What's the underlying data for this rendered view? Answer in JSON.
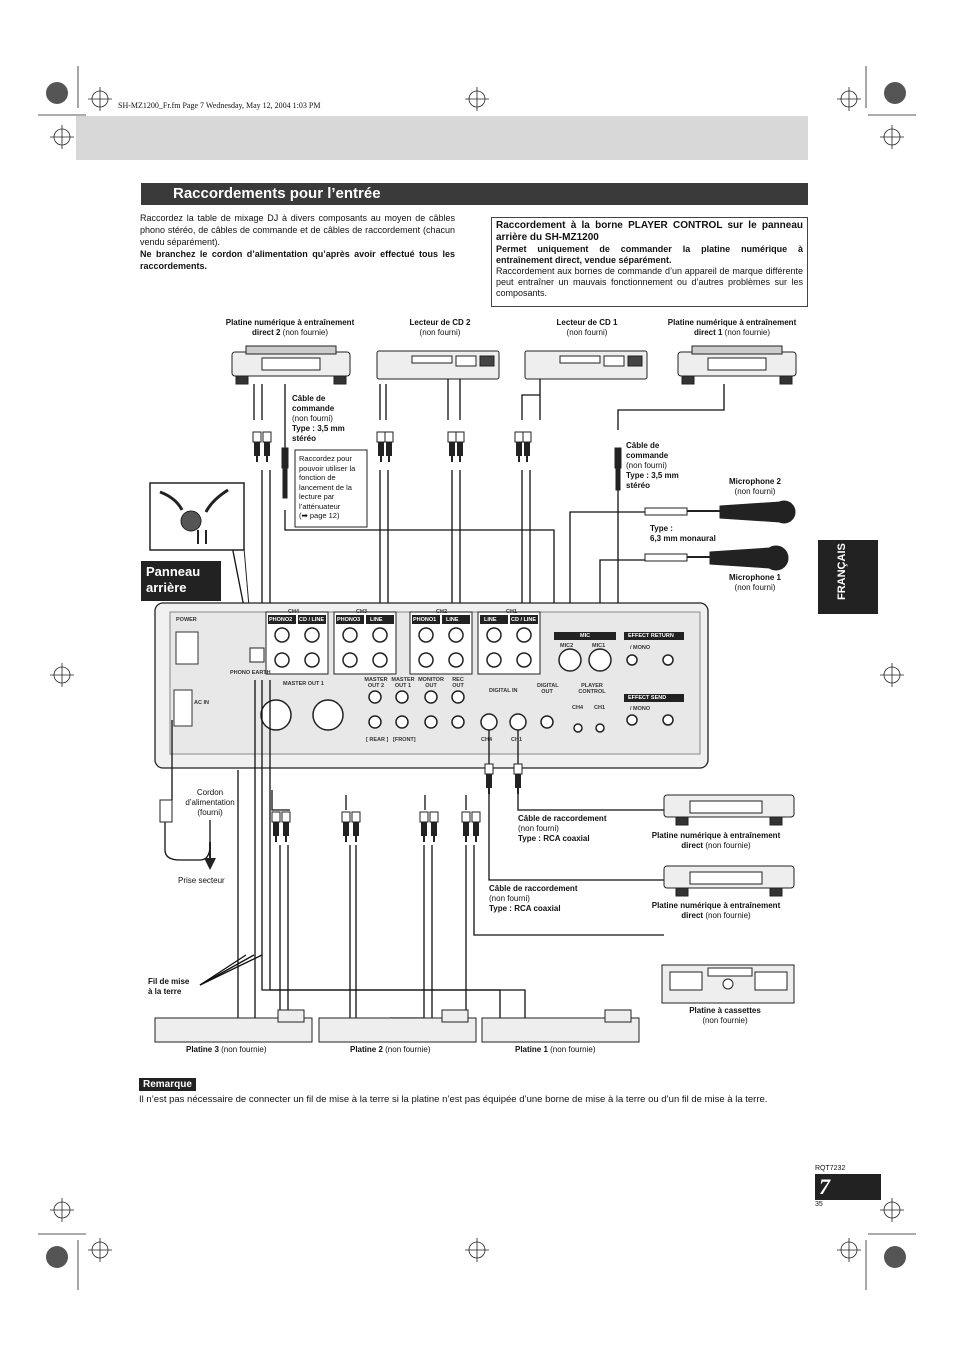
{
  "file_info": "SH-MZ1200_Fr.fm  Page 7  Wednesday, May 12, 2004  1:03 PM",
  "section_title": "Raccordements pour l’entrée",
  "intro": {
    "para": "Raccordez la table de mixage DJ à divers composants au moyen de câbles phono stéréo, de câbles de commande et de câbles de raccordement (chacun vendu séparément).",
    "bold": "Ne branchez le cordon d’alimentation qu’après avoir effectué tous les raccordements."
  },
  "player_control_box": {
    "title": "Raccordement à la borne PLAYER CONTROL sur le panneau arrière du SH-MZ1200",
    "bold": "Permet uniquement de commander la platine numérique à entraînement direct, vendue séparément.",
    "text": "Raccordement aux bornes de commande d’un appareil de marque différente peut entraîner un mauvais fonctionnement ou d’autres problèmes sur les composants."
  },
  "side_tab": "FRANÇAIS",
  "labels": {
    "turntable_direct2": "Platine numérique à entraînement",
    "turntable_direct2_b": "direct 2",
    "non_fournie": "(non fournie)",
    "non_fourni": "(non fourni)",
    "cd2": "Lecteur de CD 2",
    "cd1": "Lecteur de CD 1",
    "turntable_direct1": "Platine numérique à entraînement",
    "turntable_direct1_b": "direct 1",
    "cable_cmd_1": "Câble de",
    "cable_cmd_2": "commande",
    "cable_type": "Type : 3,5 mm",
    "cable_stereo": "stéréo",
    "callout": [
      "Raccordez pour",
      "pouvoir utiliser la",
      "fonction de",
      "lancement de la",
      "lecture par",
      "l’atténuateur",
      "(➡ page 12)"
    ],
    "mic2": "Microphone 2",
    "mic1": "Microphone 1",
    "mic_type_1": "Type :",
    "mic_type_2": "6,3 mm monaural",
    "panel_1": "Panneau",
    "panel_2": "arrière",
    "cordon_1": "Cordon",
    "cordon_2": "d’alimentation",
    "cordon_3": "(fourni)",
    "prise": "Prise secteur",
    "rca_cable": "Câble de raccordement",
    "rca_type": "Type : RCA coaxial",
    "turntable_direct": "Platine numérique à entraînement",
    "turntable_direct_b": "direct",
    "fil_1": "Fil de mise",
    "fil_2": "à la terre",
    "cassette": "Platine à cassettes",
    "platine3": "Platine 3",
    "platine2": "Platine 2",
    "platine1": "Platine 1"
  },
  "panel": {
    "power": "POWER",
    "ch4": "CH4",
    "ch3": "CH3",
    "ch2": "CH2",
    "ch1": "CH1",
    "phono2": "PHONO2",
    "cd_line": "CD / LINE",
    "phono3": "PHONO3",
    "line": "LINE",
    "phono1": "PHONO1",
    "mic": "MIC",
    "mic2": "MIC2",
    "mic1": "MIC1",
    "effect_return": "EFFECT RETURN",
    "effect_send": "EFFECT SEND",
    "mono": "/ MONO",
    "phono_earth": "PHONO EARTH",
    "master_out1": "MASTER OUT 1",
    "master_out2": "MASTER OUT 2",
    "master_out1b": "MASTER OUT 1",
    "monitor_out": "MONITOR OUT",
    "rec_out": "REC OUT",
    "rear": "[ REAR ]",
    "front": "[FRONT]",
    "digital_in": "DIGITAL IN",
    "digital_out": "DIGITAL OUT",
    "player_control": "PLAYER CONTROL",
    "ch4b": "CH4",
    "ch1b": "CH1",
    "ac_in": "AC IN"
  },
  "remarque": {
    "tag": "Remarque",
    "text": "Il n’est pas nécessaire de connecter un fil de mise à la terre si la platine n’est pas équipée d’une borne de mise à la terre ou d’un fil de mise à la terre."
  },
  "footer": {
    "code": "RQT7232",
    "page": "7",
    "sub": "35"
  }
}
